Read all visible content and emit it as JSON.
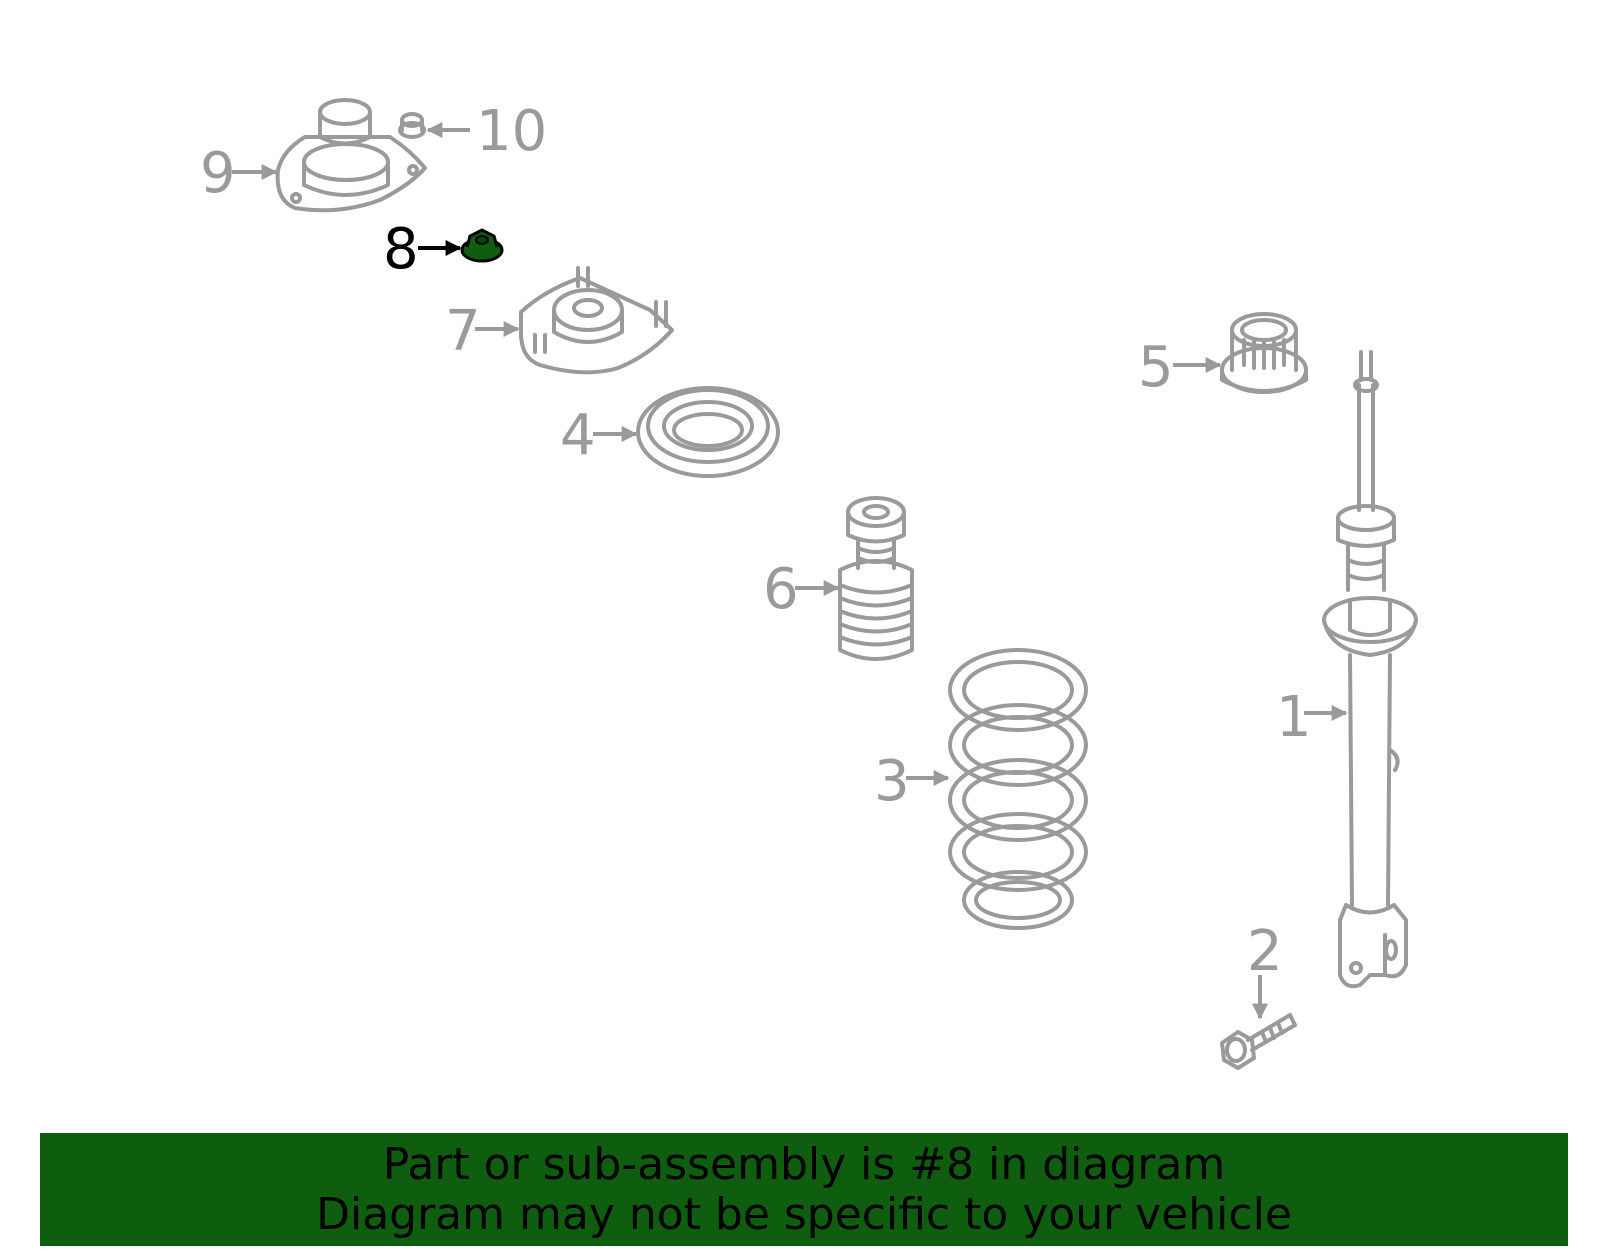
{
  "diagram": {
    "highlight_color": "#0f5e0f",
    "line_color": "#9a9a9a",
    "highlighted_callout": "8",
    "callouts": [
      {
        "id": "1",
        "label": "1"
      },
      {
        "id": "2",
        "label": "2"
      },
      {
        "id": "3",
        "label": "3"
      },
      {
        "id": "4",
        "label": "4"
      },
      {
        "id": "5",
        "label": "5"
      },
      {
        "id": "6",
        "label": "6"
      },
      {
        "id": "7",
        "label": "7"
      },
      {
        "id": "8",
        "label": "8"
      },
      {
        "id": "9",
        "label": "9"
      },
      {
        "id": "10",
        "label": "10"
      }
    ]
  },
  "banner": {
    "background": "#0f5e0f",
    "line1": "Part or sub-assembly is #8 in diagram",
    "line2": "Diagram may not be specific to your vehicle"
  }
}
